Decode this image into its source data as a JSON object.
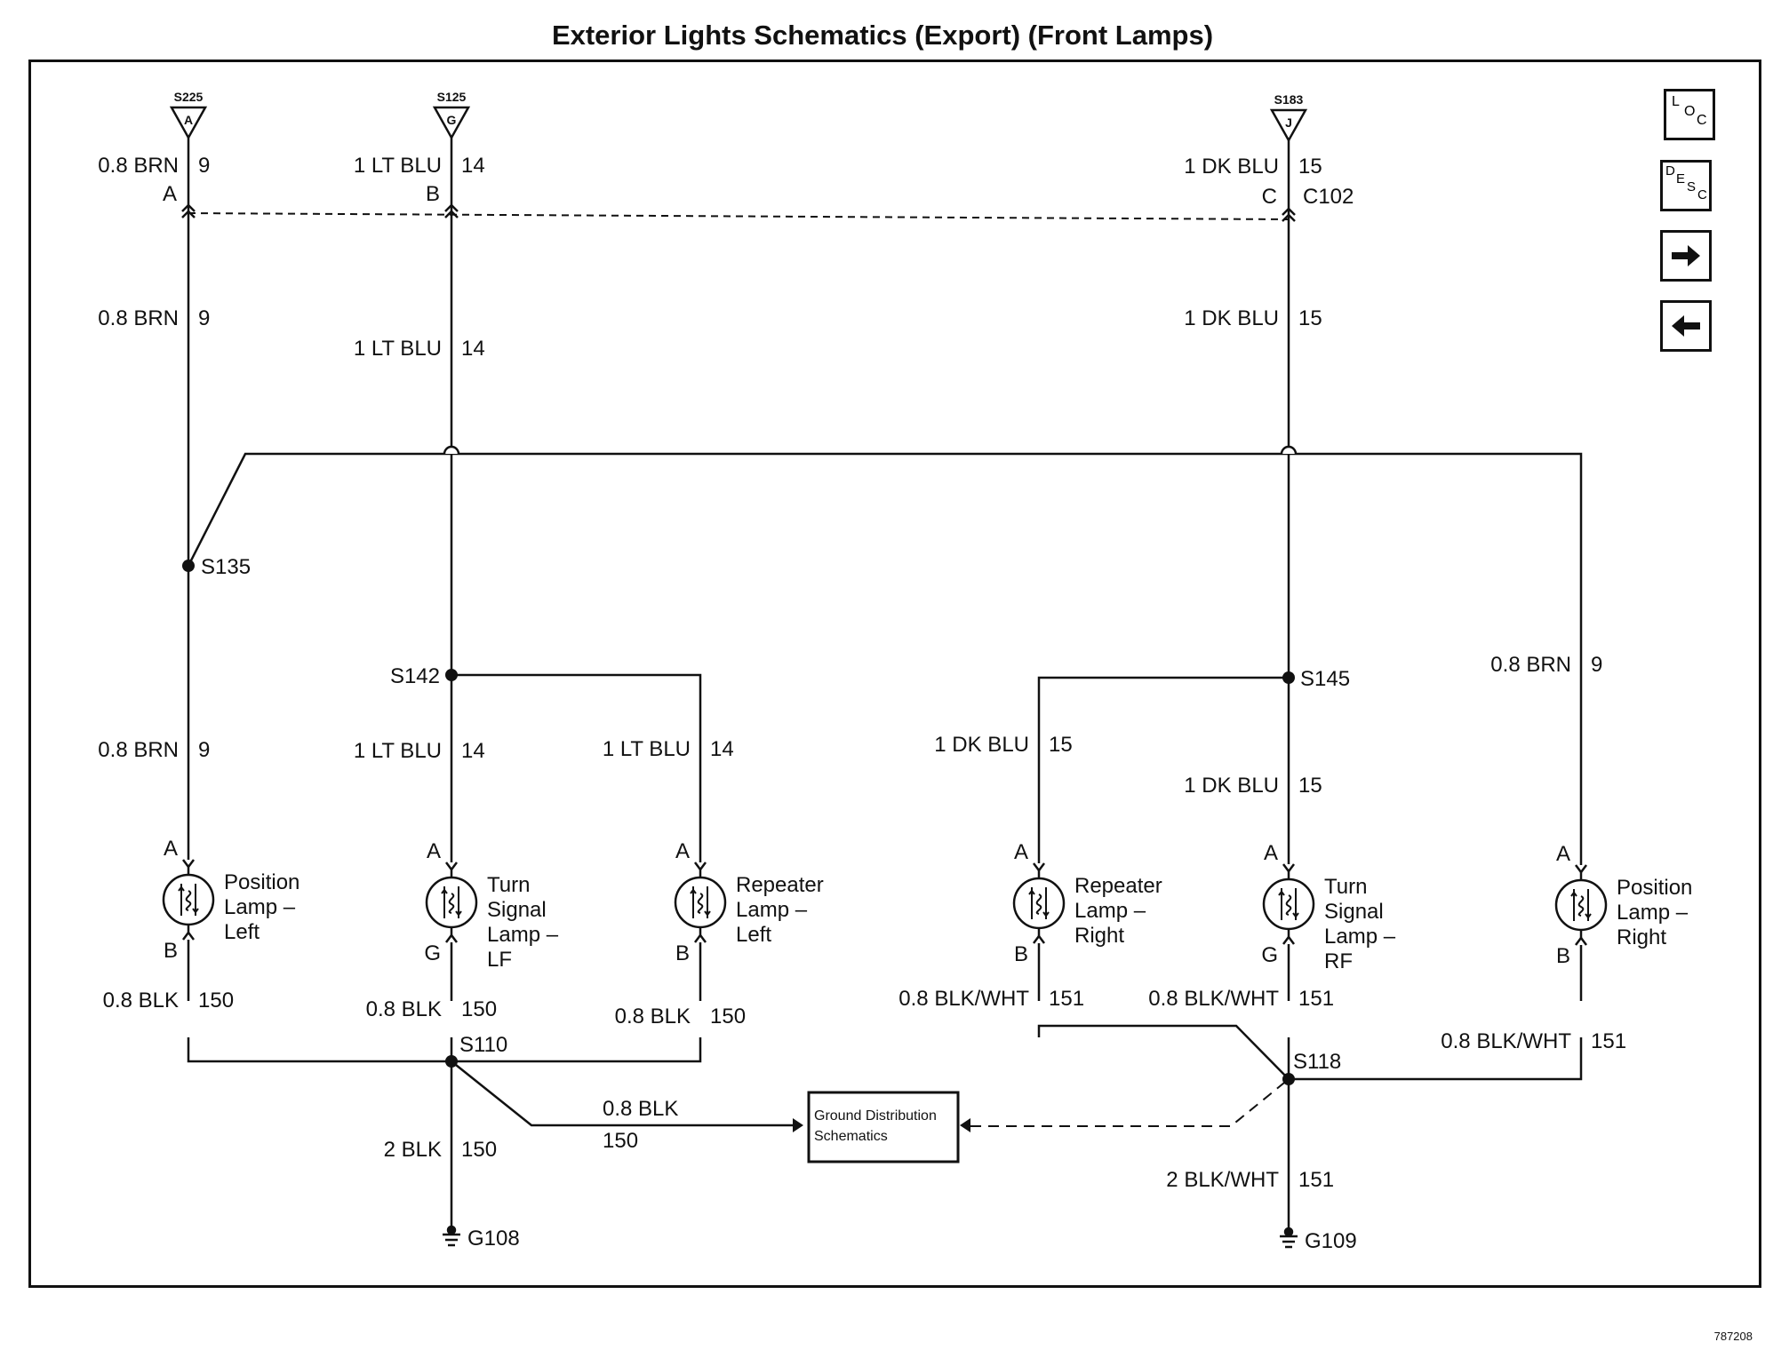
{
  "title": "Exterior Lights Schematics (Export) (Front Lamps)",
  "figure_number": "787208",
  "nav": {
    "loc": {
      "l": "L",
      "o": "O",
      "c": "C"
    },
    "desc": {
      "d": "D",
      "e": "E",
      "s": "S",
      "c": "C"
    }
  },
  "splices": {
    "s225": {
      "name": "S225",
      "pin": "A"
    },
    "s125": {
      "name": "S125",
      "pin": "G"
    },
    "s183": {
      "name": "S183",
      "pin": "J"
    }
  },
  "wires": {
    "brn_top": {
      "label": "0.8 BRN",
      "circuit": "9"
    },
    "brn_mid": {
      "label": "0.8 BRN",
      "circuit": "9"
    },
    "brn_low": {
      "label": "0.8 BRN",
      "circuit": "9"
    },
    "brn_right": {
      "label": "0.8 BRN",
      "circuit": "9"
    },
    "ltblu_top": {
      "label": "1 LT BLU",
      "circuit": "14"
    },
    "ltblu_mid": {
      "label": "1 LT BLU",
      "circuit": "14"
    },
    "ltblu_low": {
      "label": "1 LT BLU",
      "circuit": "14"
    },
    "ltblu_rep": {
      "label": "1 LT BLU",
      "circuit": "14"
    },
    "dkblu_top": {
      "label": "1 DK BLU",
      "circuit": "15"
    },
    "dkblu_mid": {
      "label": "1 DK BLU",
      "circuit": "15"
    },
    "dkblu_rep": {
      "label": "1 DK BLU",
      "circuit": "15"
    },
    "dkblu_low": {
      "label": "1 DK BLU",
      "circuit": "15"
    },
    "blk_posl": {
      "label": "0.8 BLK",
      "circuit": "150"
    },
    "blk_turnl": {
      "label": "0.8 BLK",
      "circuit": "150"
    },
    "blk_repl": {
      "label": "0.8 BLK",
      "circuit": "150"
    },
    "blk_gd": {
      "label": "0.8 BLK",
      "circuit": "150"
    },
    "blk_g108": {
      "label": "2 BLK",
      "circuit": "150"
    },
    "bw_repr": {
      "label": "0.8 BLK/WHT",
      "circuit": "151"
    },
    "bw_turnr": {
      "label": "0.8 BLK/WHT",
      "circuit": "151"
    },
    "bw_posr": {
      "label": "0.8 BLK/WHT",
      "circuit": "151"
    },
    "bw_g109": {
      "label": "2 BLK/WHT",
      "circuit": "151"
    }
  },
  "connector": {
    "name": "C102",
    "pins": {
      "a": "A",
      "b": "B",
      "c": "C"
    }
  },
  "splice_points": {
    "s135": "S135",
    "s142": "S142",
    "s145": "S145",
    "s110": "S110",
    "s118": "S118"
  },
  "grounds": {
    "g108": "G108",
    "g109": "G109"
  },
  "lamps": [
    {
      "lines": [
        "Position",
        "Lamp –",
        "Left"
      ],
      "pin_top": "A",
      "pin_bottom": "B"
    },
    {
      "lines": [
        "Turn",
        "Signal",
        "Lamp –",
        "LF"
      ],
      "pin_top": "A",
      "pin_bottom": "G"
    },
    {
      "lines": [
        "Repeater",
        "Lamp –",
        "Left"
      ],
      "pin_top": "A",
      "pin_bottom": "B"
    },
    {
      "lines": [
        "Repeater",
        "Lamp –",
        "Right"
      ],
      "pin_top": "A",
      "pin_bottom": "B"
    },
    {
      "lines": [
        "Turn",
        "Signal",
        "Lamp –",
        "RF"
      ],
      "pin_top": "A",
      "pin_bottom": "G"
    },
    {
      "lines": [
        "Position",
        "Lamp –",
        "Right"
      ],
      "pin_top": "A",
      "pin_bottom": "B"
    }
  ],
  "ground_distribution": {
    "line1": "Ground Distribution",
    "line2": "Schematics"
  }
}
